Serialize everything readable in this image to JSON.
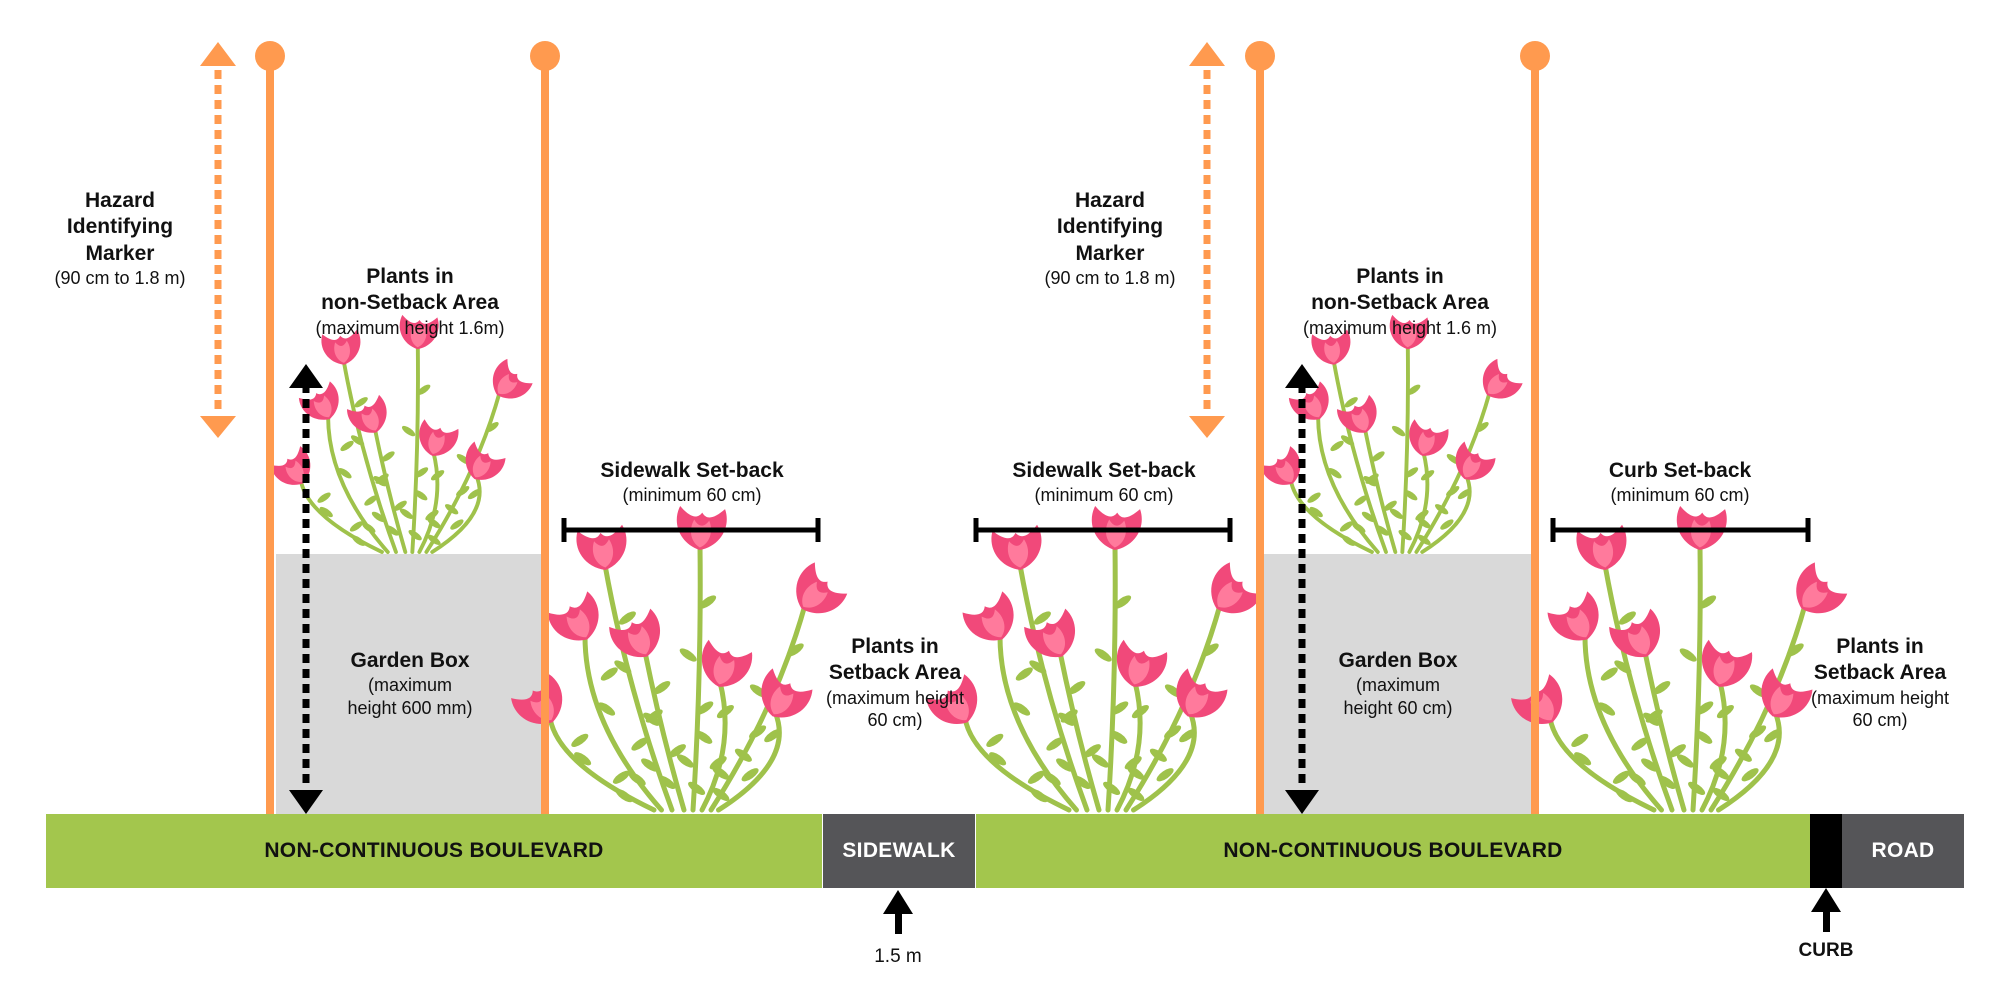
{
  "colors": {
    "pole": "#ff9a4f",
    "boulevard": "#a3c64d",
    "pavement": "#555558",
    "garden_box": "#d9d9d9",
    "flower": "#f1497a",
    "stem": "#9fc24b"
  },
  "labels": {
    "hazard_marker_1": {
      "title_1": "Hazard",
      "title_2": "Identifying",
      "title_3": "Marker",
      "sub": "(90 cm to 1.8 m)"
    },
    "hazard_marker_2": {
      "title_1": "Hazard",
      "title_2": "Identifying",
      "title_3": "Marker",
      "sub": "(90 cm to 1.8 m)"
    },
    "plants_non_setback_1": {
      "title_1": "Plants in",
      "title_2": "non-Setback Area",
      "sub": "(maximum height 1.6m)"
    },
    "plants_non_setback_2": {
      "title_1": "Plants in",
      "title_2": "non-Setback Area",
      "sub": "(maximum height 1.6 m)"
    },
    "sidewalk_setback_1": {
      "title": "Sidewalk Set-back",
      "sub": "(minimum 60 cm)"
    },
    "sidewalk_setback_2": {
      "title": "Sidewalk Set-back",
      "sub": "(minimum 60 cm)"
    },
    "curb_setback": {
      "title": "Curb Set-back",
      "sub": "(minimum 60 cm)"
    },
    "garden_box_1": {
      "title": "Garden Box",
      "sub_1": "(maximum",
      "sub_2": "height 600 mm)"
    },
    "garden_box_2": {
      "title": "Garden Box",
      "sub_1": "(maximum",
      "sub_2": "height 60 cm)"
    },
    "plants_setback_1": {
      "title_1": "Plants in",
      "title_2": "Setback Area",
      "sub_1": "(maximum height",
      "sub_2": "60 cm)"
    },
    "plants_setback_2": {
      "title_1": "Plants in",
      "title_2": "Setback Area",
      "sub_1": "(maximum height",
      "sub_2": "60 cm)"
    }
  },
  "ground": {
    "boulevard_1": "NON-CONTINUOUS BOULEVARD",
    "sidewalk": "SIDEWALK",
    "boulevard_2": "NON-CONTINUOUS BOULEVARD",
    "road": "ROAD"
  },
  "markers": {
    "sidewalk_width": "1.5 m",
    "curb": "CURB"
  }
}
